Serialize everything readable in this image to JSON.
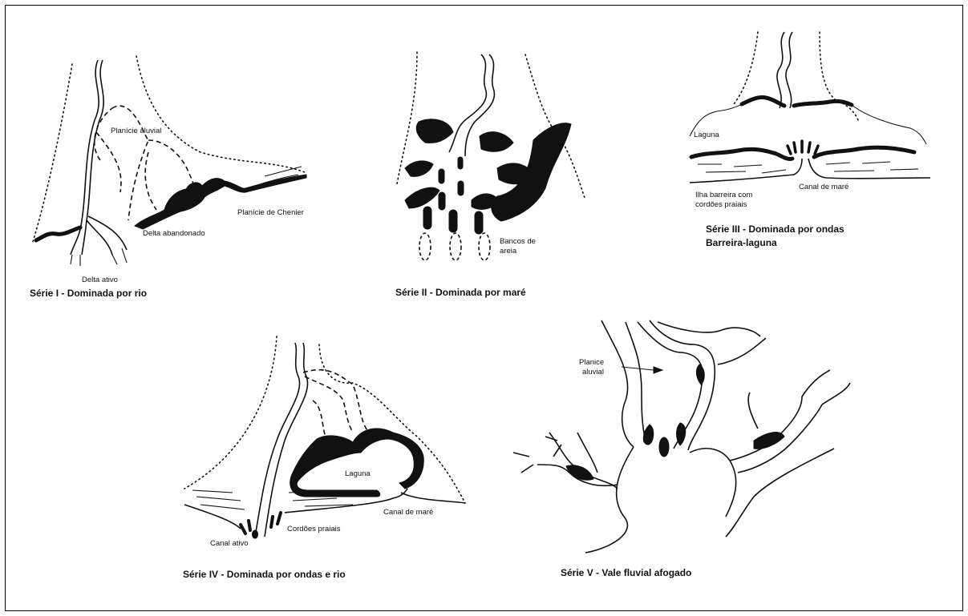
{
  "series": {
    "s1": {
      "caption": "Série I - Dominada por rio",
      "labels": {
        "planicie": "Planície aluvial",
        "chenier": "Planície de Chenier",
        "abandonado": "Delta abandonado",
        "ativo": "Delta ativo"
      }
    },
    "s2": {
      "caption": "Série II - Dominada por maré",
      "labels": {
        "bancos1": "Bancos de",
        "bancos2": "areia"
      }
    },
    "s3": {
      "caption1": "Série III - Dominada por ondas",
      "caption2": "Barreira-laguna",
      "labels": {
        "laguna": "Laguna",
        "ilha1": "Ilha barreira com",
        "ilha2": "cordões praiais",
        "canal": "Canal de maré"
      }
    },
    "s4": {
      "caption": "Série IV - Dominada por ondas e rio",
      "labels": {
        "laguna": "Laguna",
        "canal_mare": "Canal de maré",
        "cordoes": "Cordões praiais",
        "canal_ativo": "Canal ativo"
      }
    },
    "s5": {
      "caption": "Série V - Vale fluvial afogado",
      "labels": {
        "planice1": "Planice",
        "planice2": "aluvial"
      }
    }
  }
}
